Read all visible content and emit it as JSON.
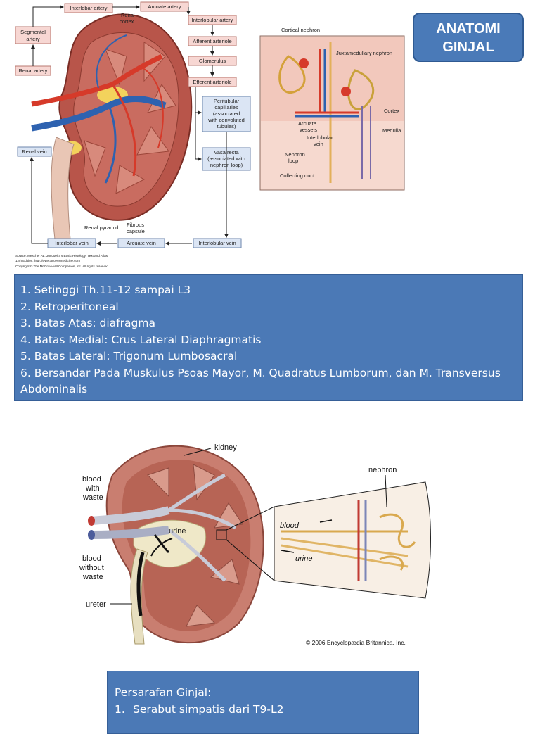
{
  "title": {
    "line1": "ANATOMI",
    "line2": "GINJAL"
  },
  "diagram1": {
    "labels": {
      "interlobar_artery": "Interlobar artery",
      "arcuate_artery": "Arcuate artery",
      "renal_cortex_1": "Renal",
      "renal_cortex_2": "cortex",
      "segmental_artery_1": "Segmental",
      "segmental_artery_2": "artery",
      "renal_artery": "Renal artery",
      "renal_vein": "Renal vein",
      "interlobular_artery": "Interlobular artery",
      "afferent_arteriole": "Afferent arteriole",
      "glomerulus": "Glomerulus",
      "efferent_arteriole": "Efferent arteriole",
      "peritubular_1": "Peritubular",
      "peritubular_2": "capillaries",
      "peritubular_3": "(associated",
      "peritubular_4": "with convoluted",
      "peritubular_5": "tubules)",
      "vasa_recta_1": "Vasa recta",
      "vasa_recta_2": "(associated with",
      "vasa_recta_3": "nephron loop)",
      "cortical_nephron": "Cortical nephron",
      "juxtamedullary_nephron": "Juxtamedullary nephron",
      "cortex": "Cortex",
      "medulla": "Medulla",
      "arcuate_vessels_1": "Arcuate",
      "arcuate_vessels_2": "vessels",
      "interlobular_vein_1": "Interlobular",
      "interlobular_vein_2": "vein",
      "nephron_loop_1": "Nephron",
      "nephron_loop_2": "loop",
      "collecting_duct": "Collecting duct",
      "renal_pyramid": "Renal pyramid",
      "fibrous_capsule_1": "Fibrous",
      "fibrous_capsule_2": "capsule",
      "interlobar_vein": "Interlobar vein",
      "arcuate_vein": "Arcuate vein",
      "interlobular_vein_box": "Interlobular vein"
    },
    "source_lines": [
      "Source: Mescher AL: Junqueira's Basic Histology: Text and Atlas,",
      "12th Edition: http://www.accessmedicine.com",
      "Copyright © The McGraw-Hill Companies, Inc. All rights reserved."
    ],
    "colors": {
      "label_box": "#f7d7d3",
      "label_box_blue": "#dbe5f4",
      "kidney": "#b8554a",
      "artery": "#d63a2a",
      "vein": "#2e62b0"
    }
  },
  "facts": [
    "1. Setinggi Th.11-12 sampai L3",
    "2. Retroperitoneal",
    "3.  Batas Atas: diafragma",
    "4. Batas  Medial: Crus Lateral Diaphragmatis",
    "5. Batas Lateral: Trigonum Lumbosacral",
    "6. Bersandar Pada Muskulus Psoas  Mayor, M. Quadratus Lumborum, dan M. Transversus Abdominalis"
  ],
  "diagram2": {
    "labels": {
      "kidney": "kidney",
      "nephron": "nephron",
      "blood_with_waste_1": "blood",
      "blood_with_waste_2": "with",
      "blood_with_waste_3": "waste",
      "blood_without_waste_1": "blood",
      "blood_without_waste_2": "without",
      "blood_without_waste_3": "waste",
      "urine_kidney": "urine",
      "blood_inset": "blood",
      "urine_inset": "urine",
      "ureter": "ureter",
      "copyright": "© 2006 Encyclopædia Britannica, Inc."
    }
  },
  "nerves": {
    "heading": "Persarafan Ginjal:",
    "items": [
      {
        "num": "1.",
        "text": "Serabut simpatis dari T9-L2"
      }
    ]
  },
  "colors": {
    "box_blue": "#4b79b6",
    "box_border": "#365f97",
    "text_white": "#ffffff"
  }
}
